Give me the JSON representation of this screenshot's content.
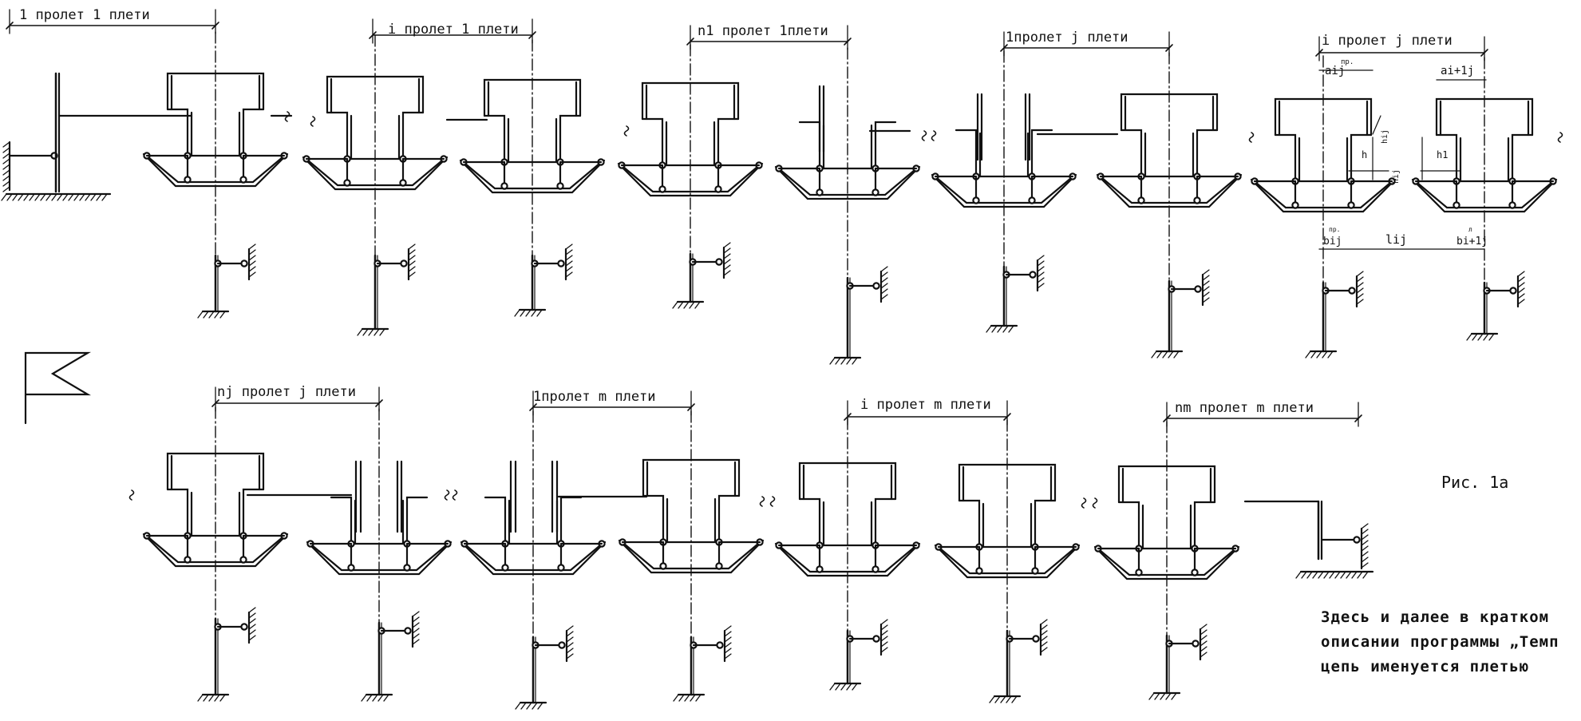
{
  "row1_labels": [
    "1 пролет 1 плети",
    "i пролет 1 плети",
    "n1 пролет 1плети",
    "1пролет j плети",
    "i пролет j плети"
  ],
  "row2_labels": [
    "nj пролет j плети",
    "1пролет m плети",
    "i пролет m плети",
    "nm пролет m плети"
  ],
  "detail_labels": {
    "top_left": "aij",
    "top_left_sup": "пр.",
    "top_right": "ai+1j",
    "bottom_left": "bij",
    "bottom_left_sup": "пр.",
    "bottom_mid": "lij",
    "bottom_right": "bi+1j",
    "bottom_right_sup": "л",
    "h_left": "h",
    "h_right": "h1",
    "v1": "hij",
    "v2": "hij"
  },
  "figure_label": "Рис. 1а",
  "note_lines": [
    "Здесь и далее в кратком",
    "описании программы „Темп",
    "цепь именуется плетью"
  ]
}
